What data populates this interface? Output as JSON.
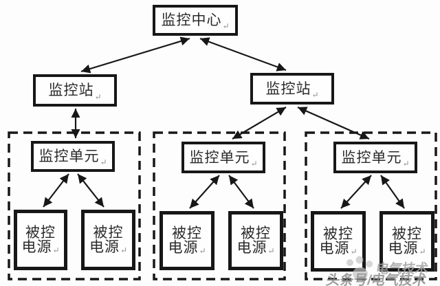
{
  "diagram": {
    "center": {
      "label": "监控中心"
    },
    "stations": [
      {
        "label": "监控站"
      },
      {
        "label": "监控站"
      }
    ],
    "units": [
      {
        "label": "监控单元"
      },
      {
        "label": "监控单元"
      },
      {
        "label": "监控单元"
      }
    ],
    "power_supply": {
      "line1": "被控",
      "line2": "电源"
    },
    "return_mark": "↵",
    "edges": [
      {
        "from": "monitoring-center",
        "to": "station-1",
        "bidirectional": true
      },
      {
        "from": "monitoring-center",
        "to": "station-2",
        "bidirectional": true
      },
      {
        "from": "station-1",
        "to": "unit-1",
        "bidirectional": true
      },
      {
        "from": "station-2",
        "to": "unit-2",
        "bidirectional": true
      },
      {
        "from": "station-2",
        "to": "unit-3",
        "bidirectional": true
      },
      {
        "from": "unit-1",
        "to": "power-1a",
        "bidirectional": true
      },
      {
        "from": "unit-1",
        "to": "power-1b",
        "bidirectional": true
      },
      {
        "from": "unit-2",
        "to": "power-2a",
        "bidirectional": true
      },
      {
        "from": "unit-2",
        "to": "power-2b",
        "bidirectional": true
      },
      {
        "from": "unit-3",
        "to": "power-3a",
        "bidirectional": true
      },
      {
        "from": "unit-3",
        "to": "power-3b",
        "bidirectional": true
      }
    ]
  },
  "watermark": {
    "line1": "电气技术",
    "line2": "头条号/电气技术"
  },
  "colors": {
    "line": "#171717",
    "text": "#2a2a2a",
    "watermark_text": "#8f8f8f",
    "background": "#fdfdfd"
  }
}
